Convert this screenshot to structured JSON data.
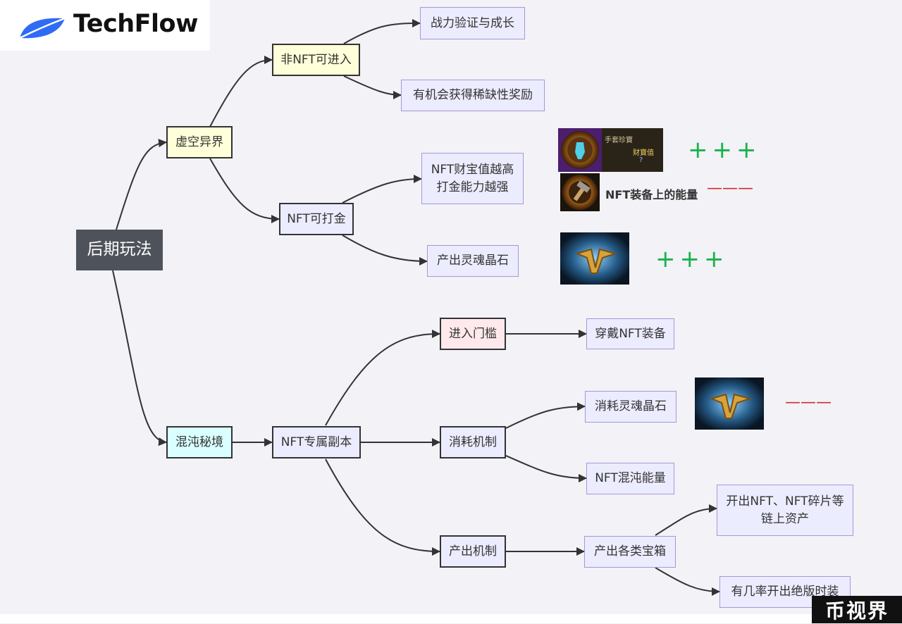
{
  "brand": {
    "name": "TechFlow"
  },
  "watermark": {
    "text": "币视界"
  },
  "nodes": {
    "root": "后期玩法",
    "void_realm": "虚空异界",
    "non_nft_entry": "非NFT可进入",
    "combat_growth": "战力验证与成长",
    "rare_reward": "有机会获得稀缺性奖励",
    "nft_earn": "NFT可打金",
    "treasure_line1": "NFT财宝值越高",
    "treasure_line2": "打金能力越强",
    "soul_crystal_out": "产出灵魂晶石",
    "chaos_realm": "混沌秘境",
    "nft_dungeon": "NFT专属副本",
    "entry_threshold": "进入门槛",
    "wear_nft": "穿戴NFT装备",
    "consume_mech": "消耗机制",
    "consume_crystal": "消耗灵魂晶石",
    "chaos_energy": "NFT混沌能量",
    "output_mech": "产出机制",
    "chests": "产出各类宝箱",
    "open_line1": "开出NFT、NFT碎片等",
    "open_line2": "链上资产",
    "skins": "有几率开出绝版时装"
  },
  "annotations": {
    "gauntlet_title": "手套珍寶",
    "treasure_value_label": "财寶值",
    "treasure_value": "?",
    "nft_energy_label": "NFT装备上的能量",
    "plus_signs": "+++",
    "minus_signs": "———"
  },
  "colors": {
    "root_fill": "#4e535b",
    "void_fill": "#ffffd9",
    "chaos_fill": "#d9ffff",
    "lavender_fill": "#ececff",
    "entry_fill": "#ffe9ec",
    "plus": "#19b34a",
    "minus": "#d42a2a",
    "logo_blue": "#2f6cf6"
  },
  "icons": [
    "techflow-logo-icon",
    "gauntlet-treasure-icon",
    "hammer-energy-icon",
    "soul-crystal-icon"
  ]
}
